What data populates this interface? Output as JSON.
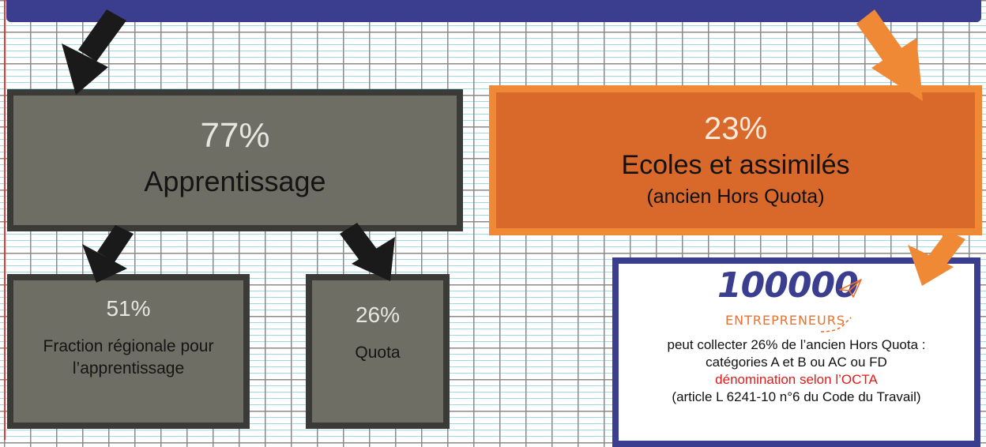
{
  "apprentissage": {
    "percent": "77%",
    "label": "Apprentissage"
  },
  "fraction_regionale": {
    "percent": "51%",
    "label_line1": "Fraction régionale pour",
    "label_line2": "l’apprentissage"
  },
  "quota": {
    "percent": "26%",
    "label": "Quota"
  },
  "ecoles": {
    "percent": "23%",
    "title": "Ecoles et assimilés",
    "subtitle": "(ancien Hors Quota)"
  },
  "info": {
    "logo_number": "100000",
    "logo_word": "ENTREPRENEURS",
    "line1": "peut collecter 26% de  l’ancien Hors Quota :",
    "line2": "catégories A et B ou AC ou FD",
    "line3_red": "dénomination selon l’OCTA",
    "line4": "(article L 6241-10 n°6 du Code du Travail)"
  },
  "colors": {
    "banner": "#3b3d8f",
    "gray_box": "#6f6e64",
    "gray_border": "#3a3a36",
    "orange_box": "#d9692b",
    "orange_border": "#f08935",
    "highlight_red": "#e01b1b"
  }
}
